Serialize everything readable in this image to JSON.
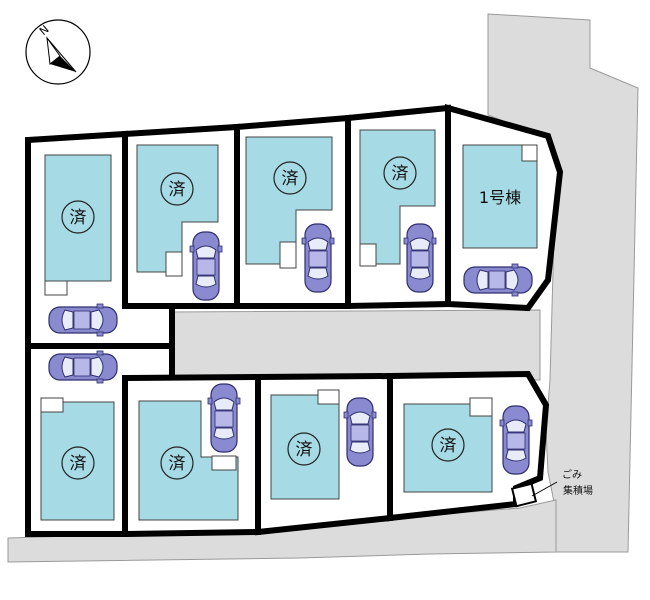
{
  "compass": {
    "north_label": "N",
    "icon": "north-arrow-icon"
  },
  "sold_mark": "済",
  "lots": [
    {
      "id": "lot-a",
      "status": "済"
    },
    {
      "id": "lot-b",
      "status": "済"
    },
    {
      "id": "lot-c",
      "status": "済"
    },
    {
      "id": "lot-d",
      "status": "済"
    },
    {
      "id": "lot-1",
      "label": "1号棟"
    },
    {
      "id": "lot-e",
      "status": "済"
    },
    {
      "id": "lot-f",
      "status": "済"
    },
    {
      "id": "lot-g",
      "status": "済"
    },
    {
      "id": "lot-h",
      "status": "済"
    }
  ],
  "garbage": {
    "line1": "ごみ",
    "line2": "集積場"
  },
  "colors": {
    "house": "#a6dbe6",
    "road": "#dcdcdc",
    "car": "#8a8ad0",
    "boundary": "#000000"
  }
}
